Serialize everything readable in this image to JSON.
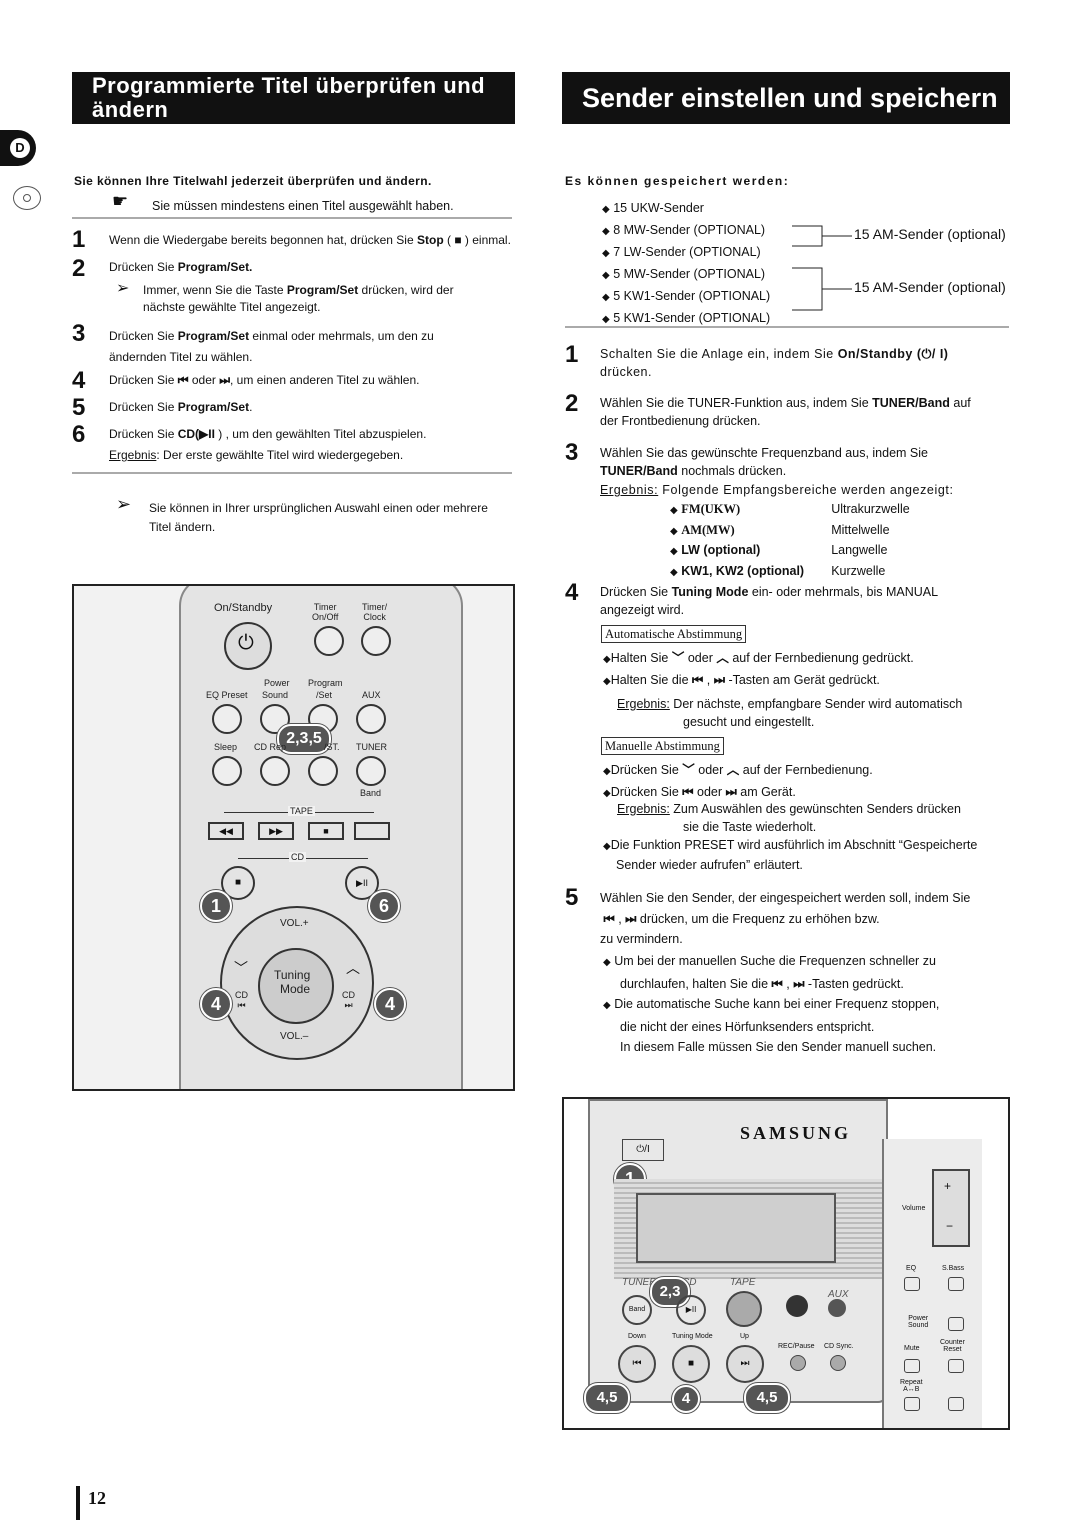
{
  "left": {
    "title_line1": "Programmierte Titel überprüfen und",
    "title_line2": "ändern",
    "intro": "Sie können Ihre Titelwahl jederzeit überprüfen und ändern.",
    "note_icon": "hand-pointer-icon",
    "note": "Sie müssen mindestens einen Titel ausgewählt haben.",
    "steps": [
      {
        "num": "1",
        "text": "Wenn die Wiedergabe bereits begonnen hat, drücken Sie ",
        "bold": "Stop",
        "after": " ( ■ ) einmal."
      },
      {
        "num": "2",
        "text": "Drücken Sie ",
        "bold": "Program/Set.",
        "after": ""
      },
      {
        "num": "3",
        "text": "Drücken Sie ",
        "bold": "Program/Set",
        "after": " einmal oder mehrmals, um den zu",
        "line2": "ändernden Titel zu wählen."
      },
      {
        "num": "4",
        "text": "Drücken Sie ",
        "icon1": "⏮",
        "mid": " oder ",
        "icon2": "⏭",
        "after": ", um einen anderen Titel zu wählen."
      },
      {
        "num": "5",
        "text": "Drücken Sie ",
        "bold": "Program/Set",
        "after": "."
      },
      {
        "num": "6",
        "text": "Drücken Sie ",
        "bold": "CD(▶II",
        "after": " ) , um den gewählten Titel abzuspielen."
      }
    ],
    "step2_note_line1": "Immer, wenn Sie die Taste ",
    "step2_note_bold": "Program/Set",
    "step2_note_after": " drücken, wird der",
    "step2_note_line2": "nächste gewählte Titel angezeigt.",
    "result_label": "Ergebnis",
    "result_text": ": Der erste gewählte Titel wird wiedergegeben.",
    "tip_line1": "Sie können in Ihrer ursprünglichen Auswahl einen oder mehrere",
    "tip_line2": "Titel ändern."
  },
  "remote": {
    "on_standby": "On/Standby",
    "timer_onoff": "Timer\nOn/Off",
    "timer_clock": "Timer/\nClock",
    "power": "Power",
    "program": "Program",
    "eq_preset": "EQ Preset",
    "sound": "Sound",
    "set": "/Set",
    "aux": "AUX",
    "sleep": "Sleep",
    "cd_rep": "CD Rep",
    "st": "/ST.",
    "tuner": "TUNER",
    "band": "Band",
    "tape": "TAPE",
    "cd": "CD",
    "vol_plus": "VOL.+",
    "vol_minus": "VOL.–",
    "tuning": "Tuning",
    "mode": "Mode",
    "callout_235": "2,3,5",
    "callout_1": "1",
    "callout_6": "6",
    "callout_4": "4"
  },
  "right": {
    "title": "Sender einstellen und speichern",
    "can_store": "Es können gespeichert werden:",
    "store_list": [
      "15 UKW-Sender",
      "8 MW-Sender (OPTIONAL)",
      "7 LW-Sender (OPTIONAL)",
      "5 MW-Sender (OPTIONAL)",
      "5 KW1-Sender (OPTIONAL)",
      "5 KW1-Sender (OPTIONAL)"
    ],
    "am_optional_1": "15 AM-Sender (optional)",
    "am_optional_2": "15 AM-Sender (optional)",
    "step1_a": "Schalten Sie die Anlage ein, indem Sie ",
    "step1_bold": "On/Standby",
    "step1_sym": " (⏻/ I)",
    "step1_b": "drücken.",
    "step2_a": "Wählen Sie die TUNER-Funktion aus, indem Sie ",
    "step2_bold": "TUNER/Band",
    "step2_after": " auf",
    "step2_b": "der Frontbedienung drücken.",
    "step3_a": "Wählen Sie das gewünschte Frequenzband aus, indem Sie",
    "step3_bold": "TUNER/Band",
    "step3_after": " nochmals drücken.",
    "step3_result_label": "Ergebnis:",
    "step3_result_text": " Folgende Empfangsbereiche werden angezeigt:",
    "bands": [
      {
        "code": "FM(UKW)",
        "name": "Ultrakurzwelle"
      },
      {
        "code": "AM(MW)",
        "name": "Mittelwelle"
      },
      {
        "code": "LW (optional)",
        "name": "Langwelle"
      },
      {
        "code": "KW1, KW2 (optional)",
        "name": "Kurzwelle"
      }
    ],
    "step4_a": "Drücken Sie ",
    "step4_bold": "Tuning Mode",
    "step4_after": " ein- oder mehrmals, bis MANUAL",
    "step4_b": "angezeigt wird.",
    "auto_label": "Automatische Abstimmung",
    "auto_1a": "Halten Sie ",
    "auto_1b": " oder ",
    "auto_1c": " auf der Fernbedienung gedrückt.",
    "auto_2a": "Halten Sie die ",
    "auto_2b": " , ",
    "auto_2c": " -Tasten am Gerät gedrückt.",
    "auto_result_label": "Ergebnis:",
    "auto_result_1": " Der nächste, empfangbare Sender wird automatisch",
    "auto_result_2": "gesucht und eingestellt.",
    "manual_label": "Manuelle Abstimmung",
    "man_1a": "Drücken Sie ",
    "man_1b": " oder ",
    "man_1c": " auf der Fernbedienung.",
    "man_2a": "Drücken Sie ",
    "man_2b": " oder ",
    "man_2c": " am Gerät.",
    "man_result_label": "Ergebnis:",
    "man_result_1": " Zum Auswählen des gewünschten Senders drücken",
    "man_result_2": "sie die Taste wiederholt.",
    "preset_1": "Die Funktion PRESET wird ausführlich im Abschnitt “Gespeicherte",
    "preset_2": "Sender wieder aufrufen” erläutert.",
    "step5_a": "Wählen Sie den Sender, der eingespeichert werden soll, indem Sie",
    "step5_b": " drücken, um die Frequenz zu erhöhen bzw.",
    "step5_c": "zu vermindern.",
    "tip1_a": "Um bei der manuellen Suche die Frequenzen schneller zu",
    "tip1_b": "durchlaufen, halten Sie die ",
    "tip1_c": " -Tasten gedrückt.",
    "tip2_a": "Die automatische Suche kann bei einer Frequenz stoppen,",
    "tip2_b": "die nicht der eines Hörfunksenders entspricht.",
    "tip2_c": "In diesem Falle müssen Sie den Sender manuell suchen.",
    "icon_prev": "⏮",
    "icon_next": "⏭",
    "icon_down": "﹀",
    "icon_up": "︿"
  },
  "device": {
    "brand": "SAMSUNG",
    "power_label": "⏻/I",
    "volume": "Volume",
    "eq": "EQ",
    "sbass": "S.Bass",
    "power_sound": "Power\nSound",
    "tuner": "TUNER",
    "cd": "CD",
    "tape": "TAPE",
    "aux": "AUX",
    "band": "Band",
    "down": "Down",
    "tuning_mode": "Tuning Mode",
    "up": "Up",
    "rec_pause": "REC/Pause",
    "cd_sync": "CD Sync.",
    "mute": "Mute",
    "counter_reset": "Counter\nReset",
    "repeat": "Repeat\nA↔B",
    "callout_1": "1",
    "callout_23": "2,3",
    "callout_45a": "4,5",
    "callout_4": "4",
    "callout_45b": "4,5"
  },
  "page": {
    "side_tab": "D",
    "number": "12"
  }
}
